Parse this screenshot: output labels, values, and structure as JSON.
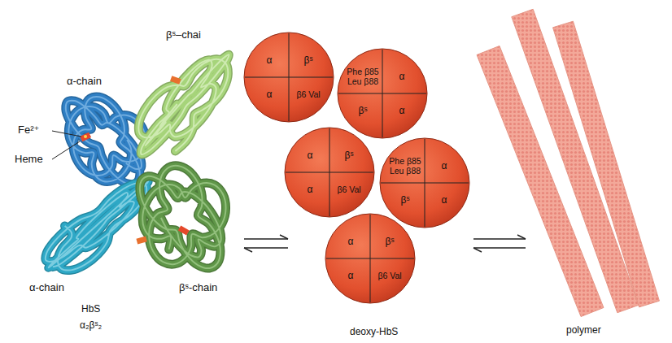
{
  "diagram": {
    "nodes": [
      {
        "text": [
          "α",
          "βˢ",
          "α",
          "β6 Val"
        ]
      },
      {
        "text": [
          "Phe β85 Leu β88",
          "α",
          "βˢ",
          "α"
        ]
      },
      {
        "text": [
          "α",
          "βˢ",
          "α",
          "β6 Val"
        ]
      },
      {
        "text": [
          "Phe β85 Leu β88",
          "α",
          "βˢ",
          "α"
        ]
      },
      {
        "text": [
          "α",
          "βˢ",
          "α",
          "β6 Val"
        ]
      }
    ],
    "labels": [
      "βˢ–chai",
      "α-chain",
      "Fe²⁺",
      "Heme",
      "α-chain",
      "βˢ-chain",
      "HbS",
      "α₂βˢ₂",
      "deoxy-HbS",
      "polymer"
    ]
  }
}
